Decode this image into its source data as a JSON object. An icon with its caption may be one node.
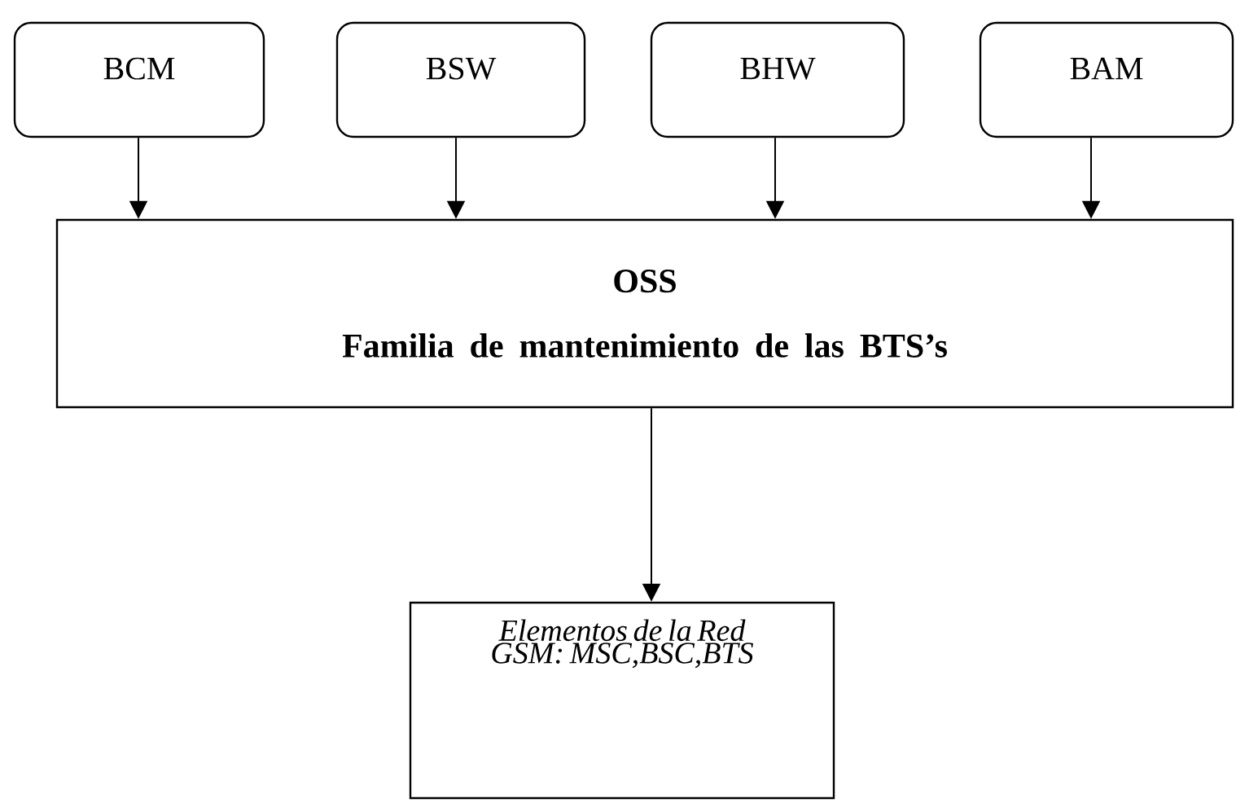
{
  "diagram": {
    "nodes": [
      {
        "text": [
          "BCM"
        ]
      },
      {
        "text": [
          "BSW"
        ]
      },
      {
        "text": [
          "BHW"
        ]
      },
      {
        "text": [
          "BAM"
        ]
      },
      {
        "text": [
          "OSS",
          "Familia de mantenimiento de las BTS’s"
        ]
      },
      {
        "text": [
          "Elementos de la Red GSM: MSC,BSC,BTS"
        ]
      }
    ],
    "edges": [
      {
        "from": 0,
        "to": 4,
        "arrow": "to"
      },
      {
        "from": 1,
        "to": 4,
        "arrow": "to"
      },
      {
        "from": 2,
        "to": 4,
        "arrow": "to"
      },
      {
        "from": 3,
        "to": 4,
        "arrow": "to"
      },
      {
        "from": 4,
        "to": 5,
        "arrow": "to"
      }
    ]
  }
}
